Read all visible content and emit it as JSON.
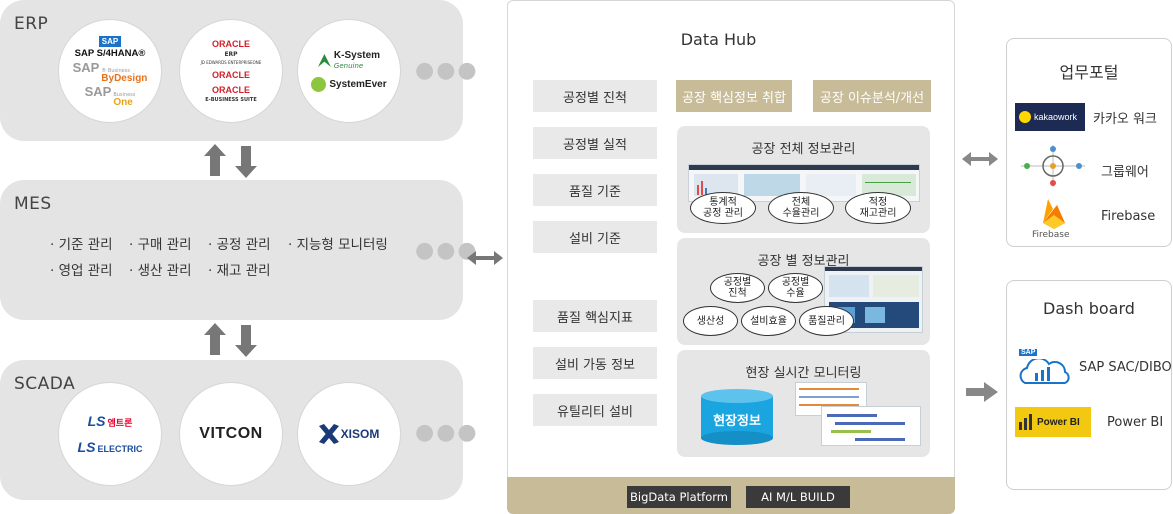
{
  "erp": {
    "title": "ERP",
    "sap_logo": {
      "badge": "SAP",
      "line1": "SAP S/4HANA®",
      "line2_sap": "SAP",
      "line2_business": "® Business",
      "line2_name": "ByDesign",
      "line3_sap": "SAP",
      "line3_business": "Business",
      "line3_name": "One"
    },
    "oracle_logo": {
      "oracle1": "ORACLE",
      "erp": "ERP",
      "jde": "JD EDWARDS ENTERPRISEONE",
      "oracle2": "ORACLE",
      "oracle3": "ORACLE",
      "ebs": "E-BUSINESS SUITE"
    },
    "ksystem_logo": {
      "name": "K-System",
      "sub": "Genuine",
      "name2": "SystemEver"
    }
  },
  "mes": {
    "title": "MES",
    "items": [
      "· 기준 관리",
      "· 구매 관리",
      "· 공정 관리",
      "· 지능형 모니터링",
      "· 영업 관리",
      "· 생산 관리",
      "· 재고 관리"
    ]
  },
  "scada": {
    "title": "SCADA",
    "ls_logo": {
      "ls1": "LS",
      "ls1_name": "엠트론",
      "ls2": "LS",
      "ls2_name": "ELECTRIC"
    },
    "vitcon": "VITCON",
    "xisom": "XISOM"
  },
  "hub": {
    "title": "Data Hub",
    "left_items": [
      "공정별 진척",
      "공정별 실적",
      "품질 기준",
      "설비 기준",
      "품질 핵심지표",
      "설비 가동 정보",
      "유틸리티 설비"
    ],
    "tag1": "공장 핵심정보 취합",
    "tag2": "공장 이슈분석/개선",
    "box1": {
      "title": "공장 전체 정보관리",
      "e1": "통계적\n공정 관리",
      "e2": "전체\n수율관리",
      "e3": "적정\n재고관리"
    },
    "box2": {
      "title": "공장 별 정보관리",
      "e1": "공정별\n진척",
      "e2": "공정별\n수율",
      "e3": "생산성",
      "e4": "설비효율",
      "e5": "품질관리"
    },
    "box3": {
      "title": "현장 실시간 모니터링",
      "cyl": "현장정보"
    },
    "foot1": "BigData Platform",
    "foot2": "AI M/L BUILD"
  },
  "portal": {
    "title": "업무포털",
    "items": [
      {
        "icon_text": "kakaowork",
        "label": "카카오 워크"
      },
      {
        "label": "그룹웨어"
      },
      {
        "icon_text": "Firebase",
        "label": "Firebase"
      }
    ]
  },
  "dashboard": {
    "title": "Dash board",
    "items": [
      {
        "icon_text": "SAP",
        "label": "SAP SAC/DIBO"
      },
      {
        "icon_text": "Power BI",
        "label": "Power BI"
      }
    ]
  },
  "colors": {
    "panel": "#e4e4e4",
    "tag": "#c8bb98",
    "arrow": "#777777",
    "cylinder": "#1aa4e0",
    "sap_blue": "#1a73c8",
    "oracle_red": "#d3202a",
    "ls_red": "#e4002b"
  }
}
